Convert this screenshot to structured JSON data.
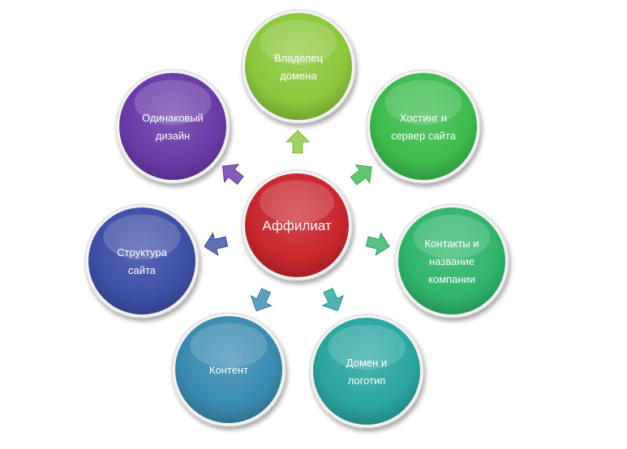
{
  "center": {
    "lines": [
      "Аффилиат"
    ],
    "color": "#c8262d"
  },
  "nodes": [
    {
      "id": "owner",
      "lines": [
        "Владелец",
        "домена"
      ],
      "color": "#8cc83c"
    },
    {
      "id": "hosting",
      "lines": [
        "Хостинг и",
        "сервер сайта"
      ],
      "color": "#3dbb4e"
    },
    {
      "id": "contacts",
      "lines": [
        "Контакты и",
        "название",
        "компании"
      ],
      "color": "#2fb56a"
    },
    {
      "id": "domain",
      "lines": [
        "Домен и",
        "логотип"
      ],
      "color": "#2aa5a0"
    },
    {
      "id": "content",
      "lines": [
        "Контент"
      ],
      "color": "#3a8bb0"
    },
    {
      "id": "structure",
      "lines": [
        "Структура",
        "сайта"
      ],
      "color": "#3d4fa6"
    },
    {
      "id": "design",
      "lines": [
        "Одинаковый",
        "дизайн"
      ],
      "color": "#6a3aa8"
    }
  ]
}
